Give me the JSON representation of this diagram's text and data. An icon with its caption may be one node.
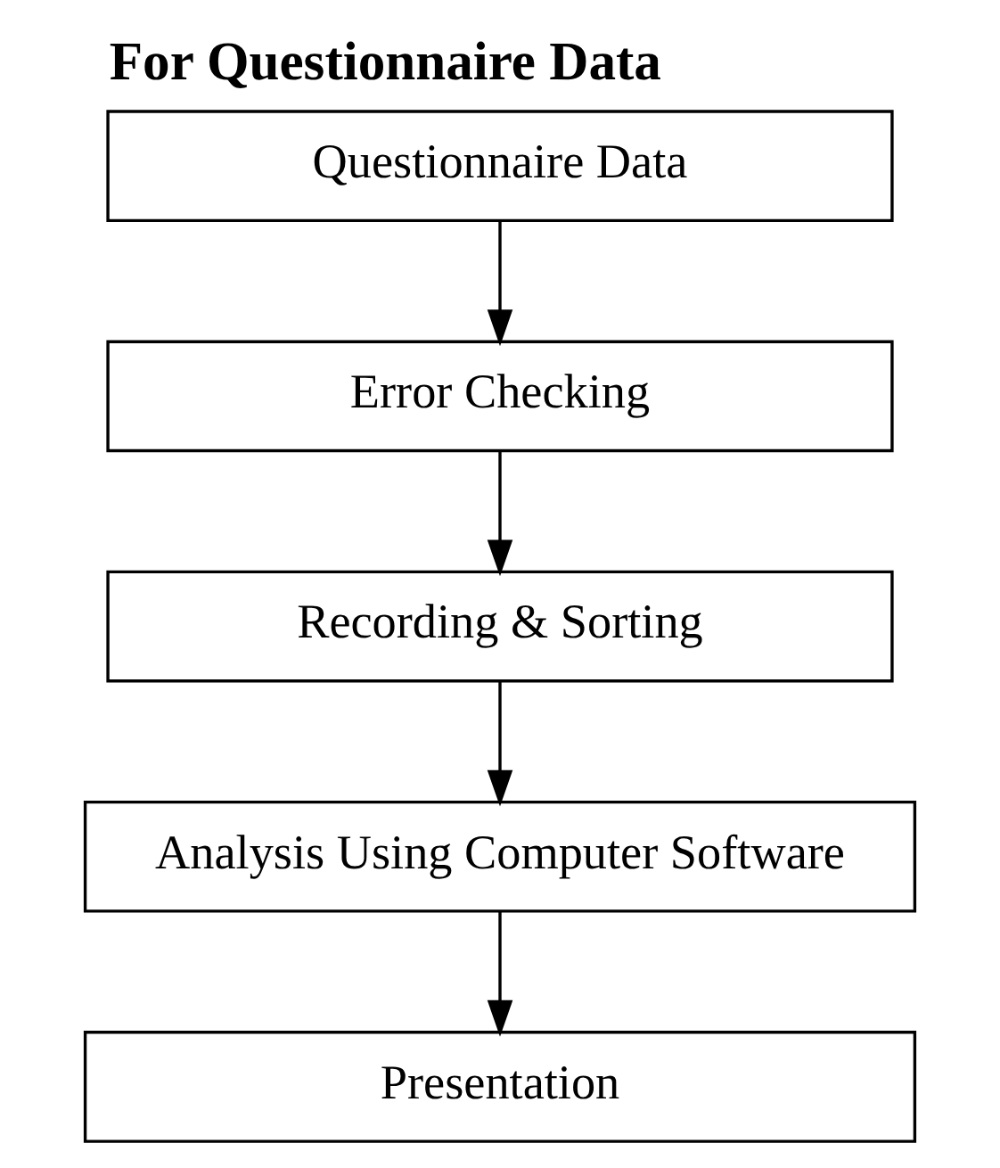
{
  "diagram": {
    "title": "For Questionnaire Data",
    "nodes": [
      {
        "text": [
          "Questionnaire Data"
        ]
      },
      {
        "text": [
          "Error Checking"
        ]
      },
      {
        "text": [
          "Recording & Sorting"
        ]
      },
      {
        "text": [
          "Analysis Using Computer Software"
        ]
      },
      {
        "text": [
          "Presentation"
        ]
      }
    ],
    "edges": [
      {
        "from": 0,
        "to": 1,
        "arrow": "to"
      },
      {
        "from": 1,
        "to": 2,
        "arrow": "to"
      },
      {
        "from": 2,
        "to": 3,
        "arrow": "to"
      },
      {
        "from": 3,
        "to": 4,
        "arrow": "to"
      }
    ]
  }
}
